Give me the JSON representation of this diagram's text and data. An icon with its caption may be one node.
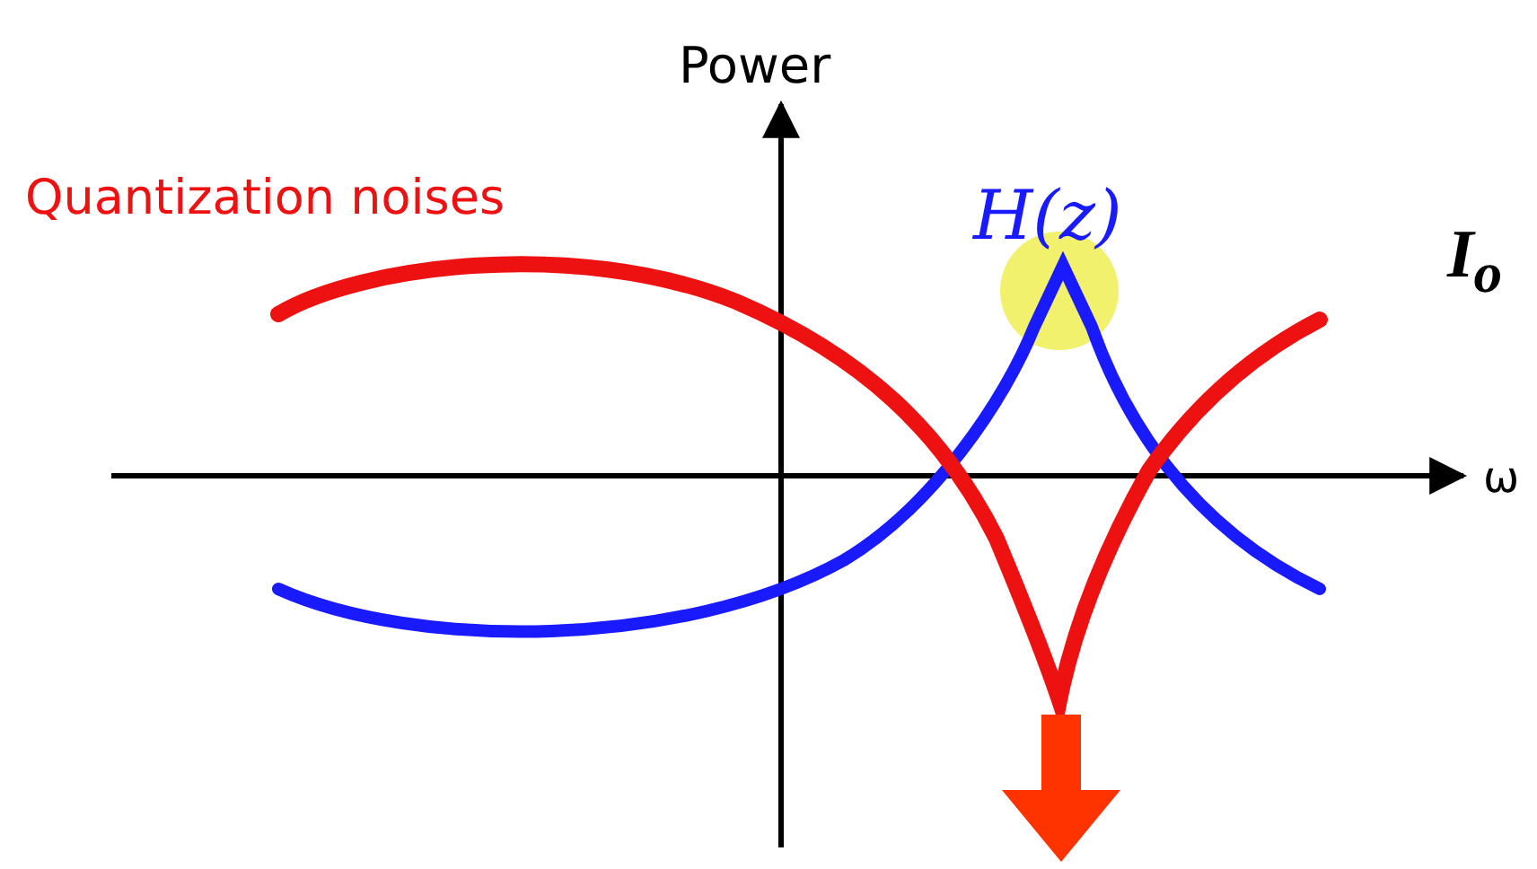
{
  "diagram": {
    "labels": [
      "Power",
      "Quantization noises",
      "H(z)",
      "I$_{o}$",
      "ω"
    ]
  }
}
